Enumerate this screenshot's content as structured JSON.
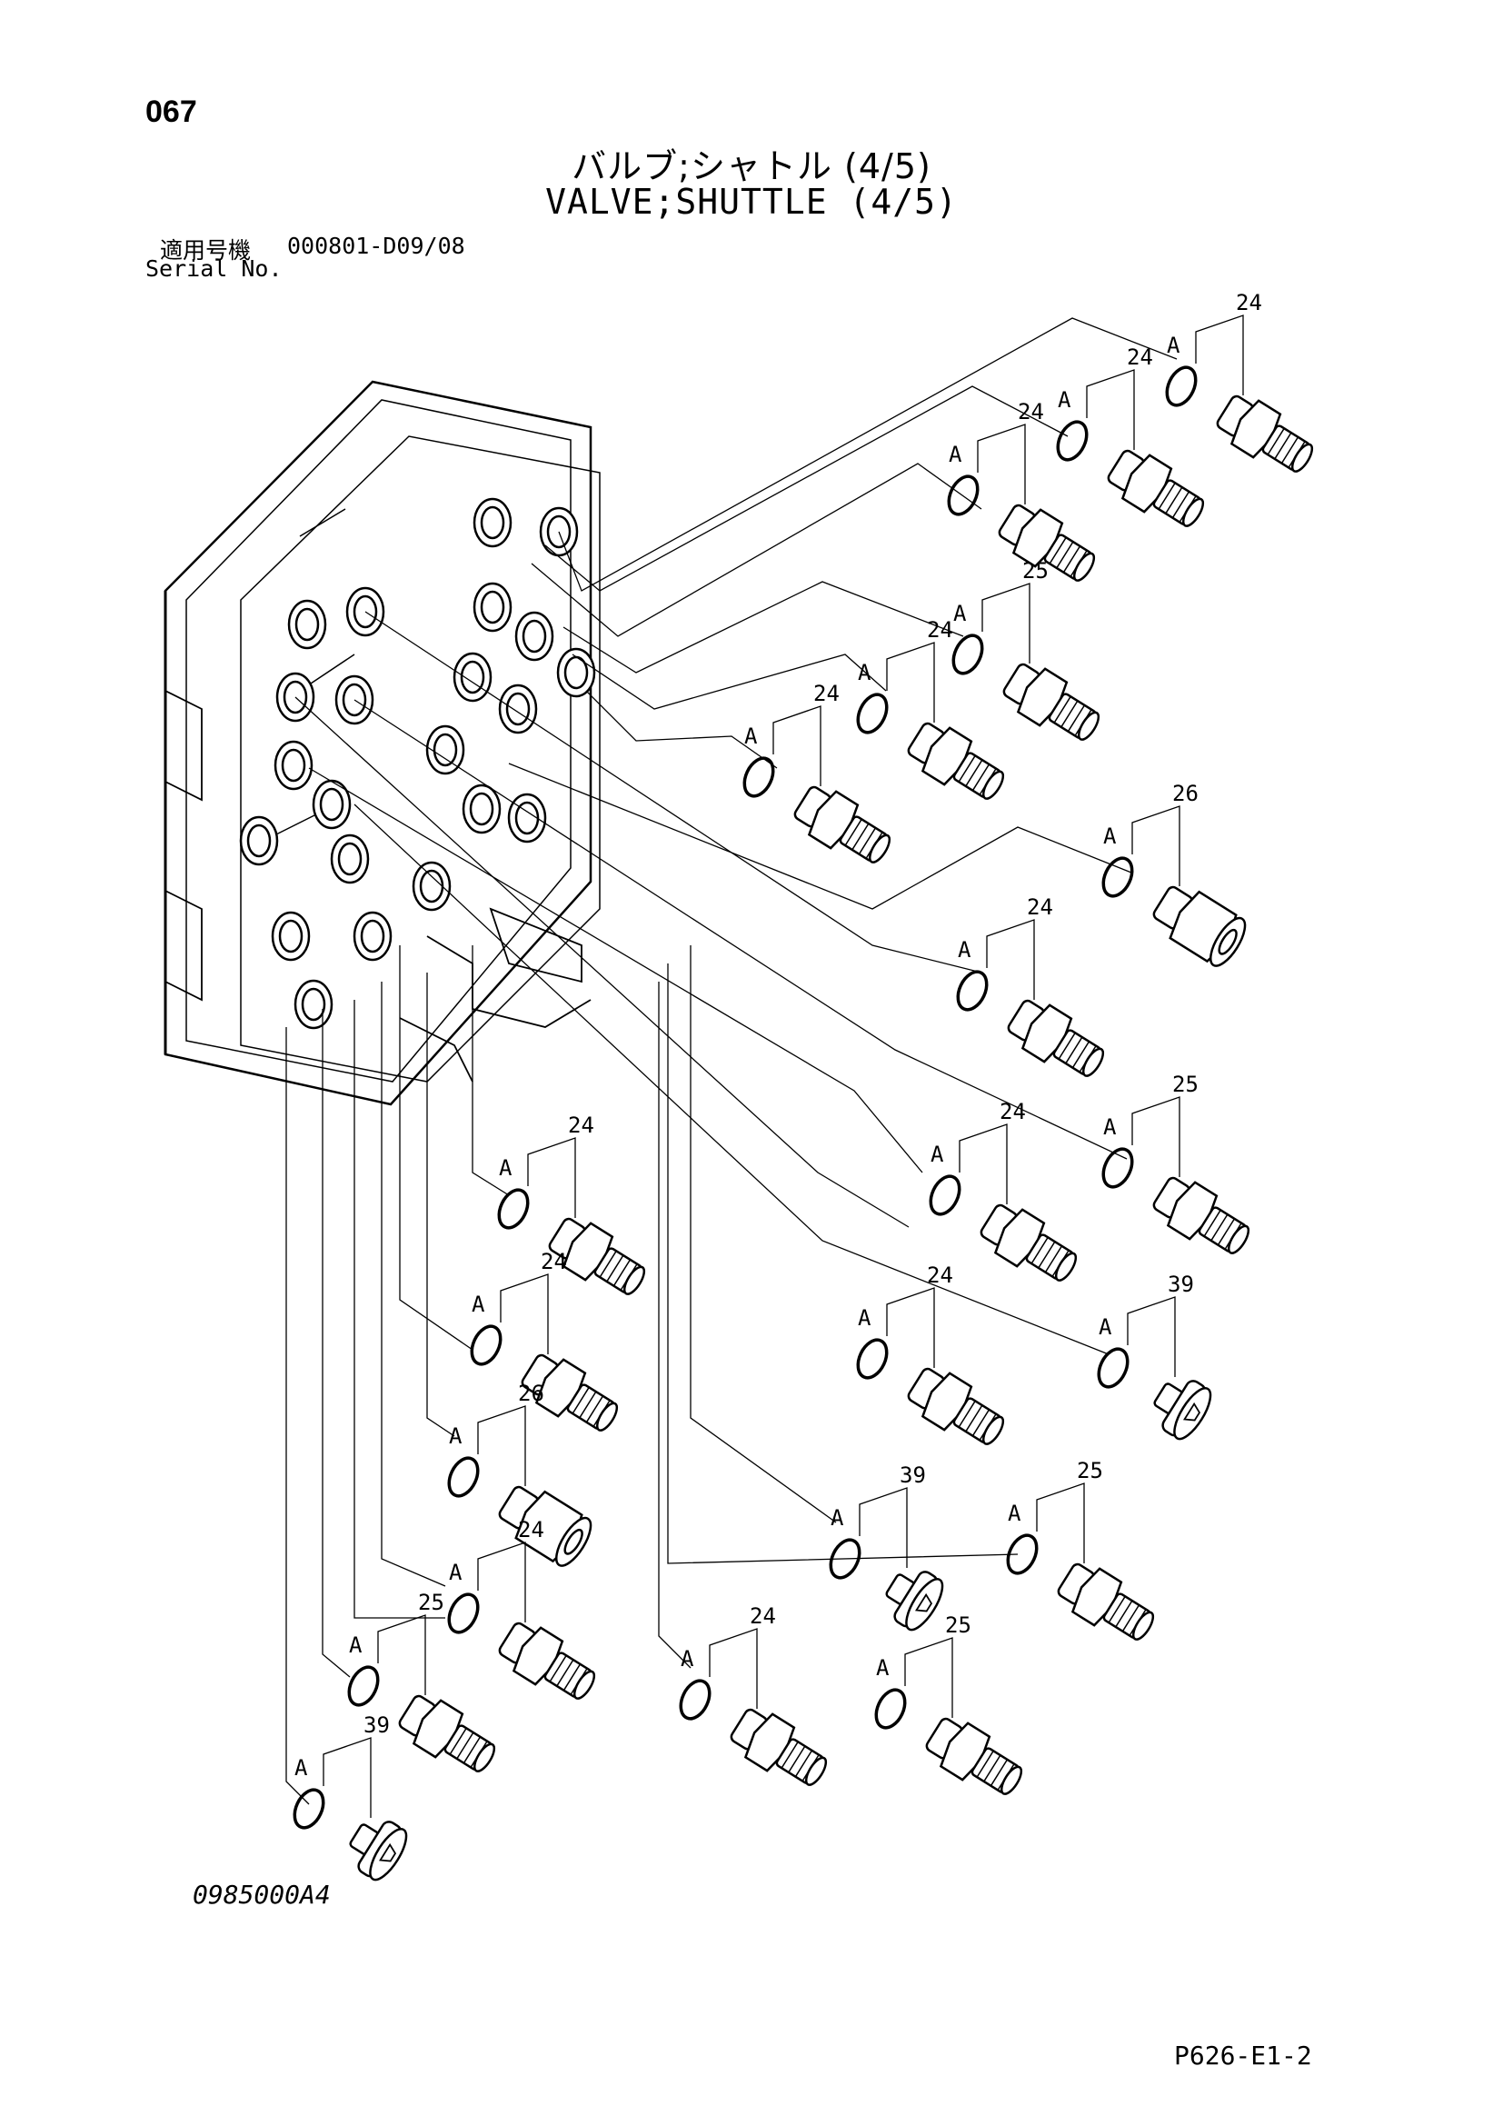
{
  "header": {
    "page_number": "067",
    "title_jp": "バルブ;シャトル (4/5)",
    "title_en": "VALVE;SHUTTLE (4/5)",
    "serial_label_jp": "適用号機",
    "serial_value": "000801-D09/08",
    "serial_label_en": "Serial No."
  },
  "footer": {
    "drawing_number": "0985000A4",
    "page_code": "P626-E1-2"
  },
  "seal_letter": "A",
  "callouts": [
    {
      "part": "24",
      "type": "fitting"
    },
    {
      "part": "24",
      "type": "fitting"
    },
    {
      "part": "24",
      "type": "fitting"
    },
    {
      "part": "25",
      "type": "fitting"
    },
    {
      "part": "24",
      "type": "fitting"
    },
    {
      "part": "24",
      "type": "fitting"
    },
    {
      "part": "26",
      "type": "nut"
    },
    {
      "part": "24",
      "type": "fitting"
    },
    {
      "part": "25",
      "type": "fitting"
    },
    {
      "part": "24",
      "type": "fitting"
    },
    {
      "part": "24",
      "type": "fitting"
    },
    {
      "part": "39",
      "type": "plug"
    },
    {
      "part": "24",
      "type": "fitting"
    },
    {
      "part": "24",
      "type": "fitting"
    },
    {
      "part": "26",
      "type": "nut"
    },
    {
      "part": "39",
      "type": "plug"
    },
    {
      "part": "25",
      "type": "fitting"
    },
    {
      "part": "24",
      "type": "fitting"
    },
    {
      "part": "25",
      "type": "fitting"
    },
    {
      "part": "24",
      "type": "fitting"
    },
    {
      "part": "25",
      "type": "fitting"
    },
    {
      "part": "39",
      "type": "plug"
    }
  ]
}
